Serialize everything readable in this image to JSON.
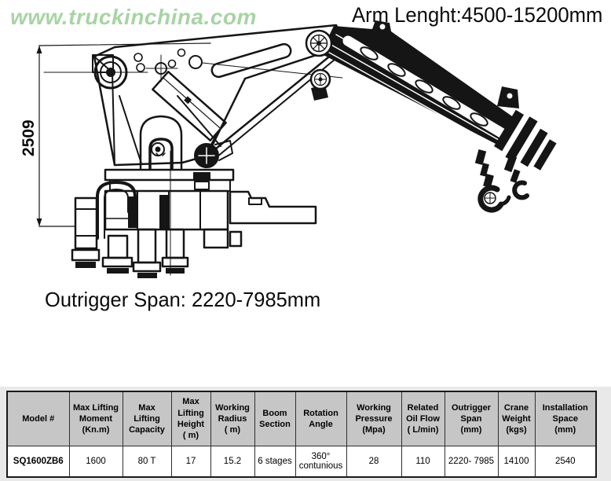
{
  "watermark": {
    "text": "www.truckinchina.com",
    "color": "#a8d4a4"
  },
  "annotations": {
    "arm_length": "Arm Lenght:4500-15200mm",
    "outrigger_span": "Outrigger Span: 2220-7985mm",
    "height_dimension": "2509"
  },
  "spec_table": {
    "header_bg": "#c6c6c6",
    "columns": [
      "Model #",
      "Max Lifting\nMoment\n(Kn.m)",
      "Max\nLifting\nCapacity",
      "Max\nLifting\nHeight\n( m)",
      "Working\nRadius\n( m)",
      "Boom\nSection",
      "Rotation\nAngle",
      "Working\nPressure\n(Mpa)",
      "Related\nOil Flow\n( L/min)",
      "Outrigger\nSpan\n(mm)",
      "Crane\nWeight\n(kgs)",
      "Installation\nSpace\n(mm)"
    ],
    "rows": [
      [
        "SQ1600ZB6",
        "1600",
        "80 T",
        "17",
        "15.2",
        "6 stages",
        "360°\ncontunious",
        "28",
        "110",
        "2220- 7985",
        "14100",
        "2540"
      ]
    ]
  }
}
